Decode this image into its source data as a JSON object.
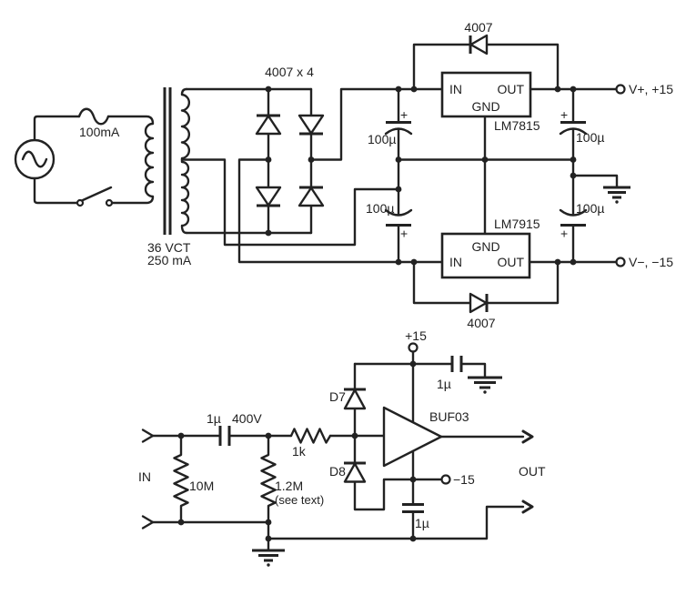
{
  "schematic": {
    "power": {
      "fuse_label": "100mA",
      "transformer_line1": "36 VCT",
      "transformer_line2": "250 mA",
      "bridge_label": "4007 x 4",
      "plus": "+",
      "caps": [
        "100µ",
        "100µ",
        "100µ",
        "100µ"
      ],
      "reg_pos": {
        "in": "IN",
        "out": "OUT",
        "gnd": "GND",
        "part": "LM7815"
      },
      "reg_neg": {
        "in": "IN",
        "out": "OUT",
        "gnd": "GND",
        "part": "LM7915"
      },
      "diode_pos": "4007",
      "diode_neg": "4007",
      "out_pos": "V+, +15",
      "out_neg": "V−, −15"
    },
    "buffer": {
      "in_label": "IN",
      "out_label": "OUT",
      "cap_in": "1µ",
      "cap_in_voltage": "400V",
      "r_input": "10M",
      "r_bias": "1.2M",
      "r_bias_note": "(see text)",
      "r_series": "1k",
      "d7": "D7",
      "d8": "D8",
      "ic": "BUF03",
      "vpos": "+15",
      "vneg": "−15",
      "cap_bypass_pos": "1µ",
      "cap_bypass_neg": "1µ"
    }
  }
}
